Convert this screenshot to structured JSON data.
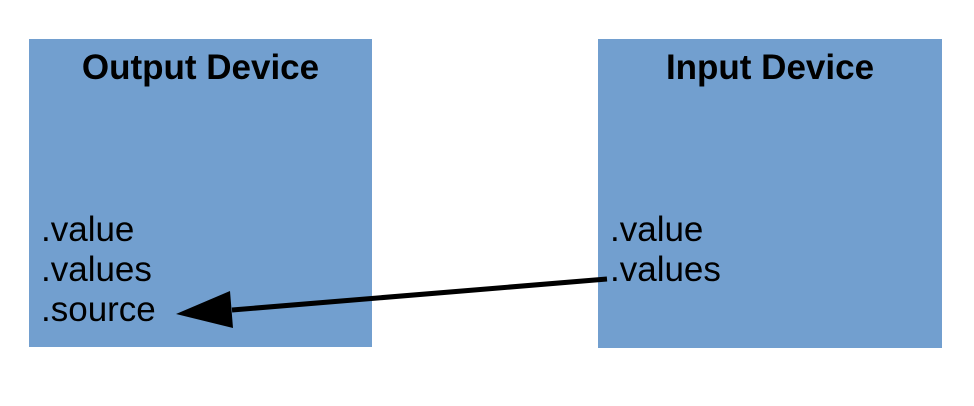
{
  "diagram": {
    "colors": {
      "background": "#ffffff",
      "box_fill": "#729fcf",
      "text": "#000000",
      "arrow": "#000000"
    },
    "output_device": {
      "title": "Output Device",
      "properties": [
        ".value",
        ".values",
        ".source"
      ]
    },
    "input_device": {
      "title": "Input Device",
      "properties": [
        ".value",
        ".values"
      ]
    },
    "arrow": {
      "name": "source-link-arrow",
      "from": "input-device .values",
      "to": "output-device .source"
    }
  }
}
